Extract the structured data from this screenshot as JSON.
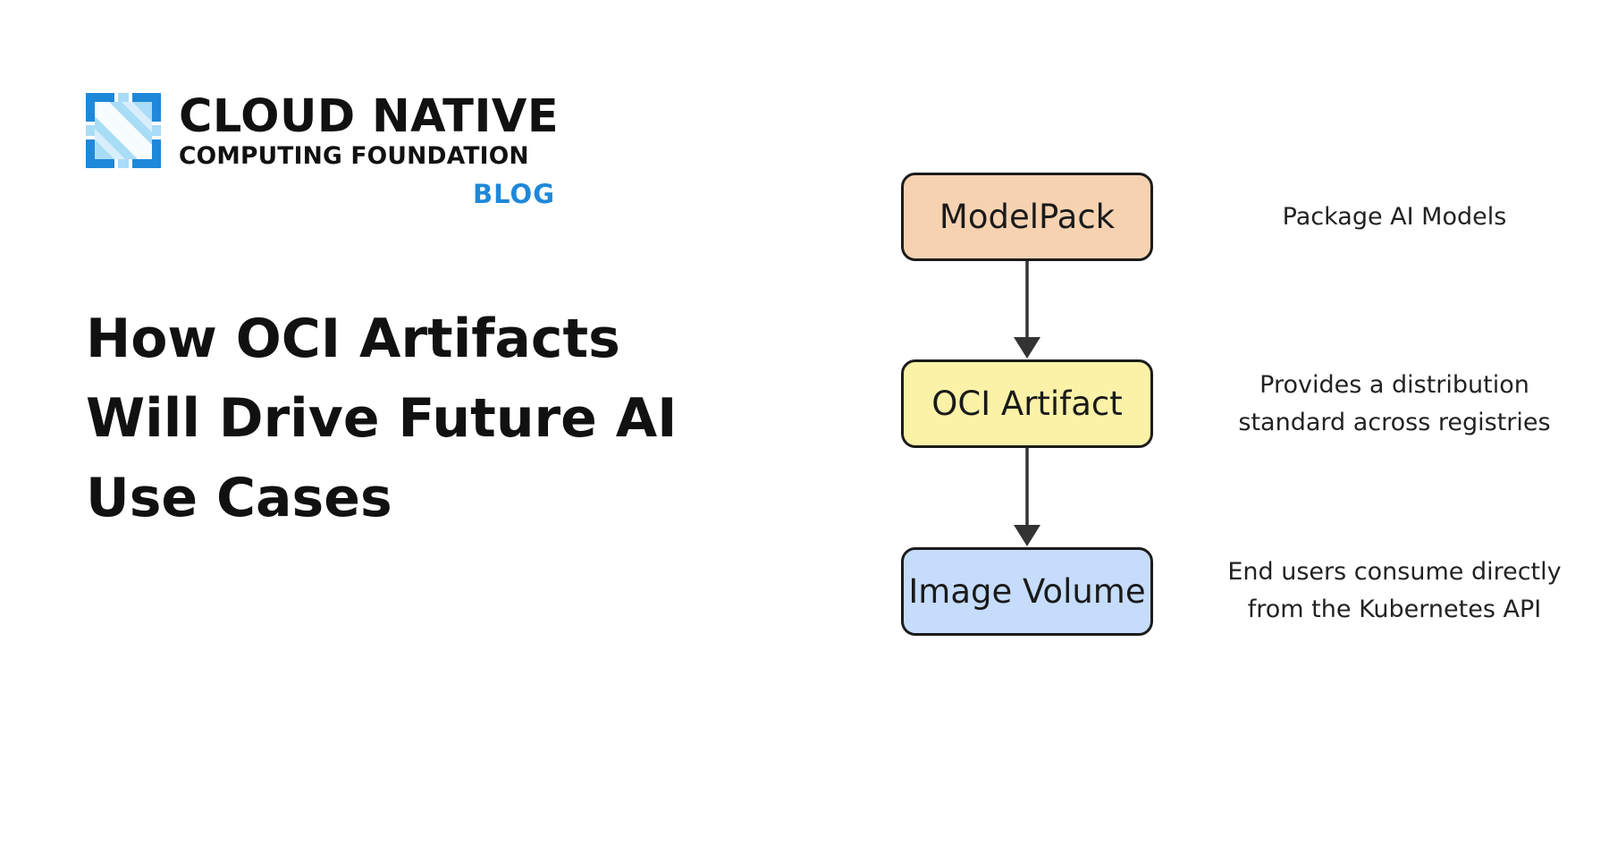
{
  "logo": {
    "line1": "CLOUD NATIVE",
    "line2": "COMPUTING FOUNDATION",
    "line3": "BLOG",
    "mark_color": "#1f88d9",
    "mark_light_color": "#a9dcf6"
  },
  "headline": {
    "lines": [
      "How OCI Artifacts",
      "Will Drive Future AI",
      "Use Cases"
    ]
  },
  "diagram": {
    "nodes": [
      {
        "label": "ModelPack",
        "fill": "#f6d2b1",
        "description": [
          "Package AI Models"
        ]
      },
      {
        "label": "OCI Artifact",
        "fill": "#fbf2a8",
        "description": [
          "Provides a distribution",
          "standard across registries"
        ]
      },
      {
        "label": "Image Volume",
        "fill": "#c5dcfb",
        "description": [
          "End users consume directly",
          "from the Kubernetes API"
        ]
      }
    ],
    "edges": [
      {
        "from": "ModelPack",
        "to": "OCI Artifact"
      },
      {
        "from": "OCI Artifact",
        "to": "Image Volume"
      }
    ]
  }
}
